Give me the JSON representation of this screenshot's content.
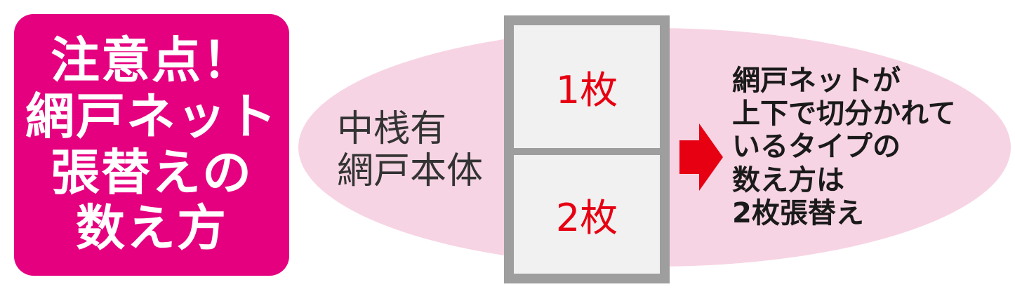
{
  "colors": {
    "title_bg": "#e4007f",
    "ellipse_fill": "#f7d4e3",
    "frame": "#9e9e9e",
    "pane": "#f1f1f1",
    "pane_text": "#e60012",
    "arrow": "#e60012"
  },
  "title": {
    "lines": [
      "注意点！",
      "網戸ネット",
      "張替えの",
      "数え方"
    ]
  },
  "left_label": {
    "lines": [
      "中桟有",
      "網戸本体"
    ]
  },
  "screen_frame": {
    "top_pane_label": "1枚",
    "bottom_pane_label": "2枚"
  },
  "arrow_icon": "right-arrow-icon",
  "explanation": {
    "lines": [
      "網戸ネットが",
      "上下で切分かれて",
      "いるタイプの",
      "数え方は",
      "2枚張替え"
    ]
  }
}
